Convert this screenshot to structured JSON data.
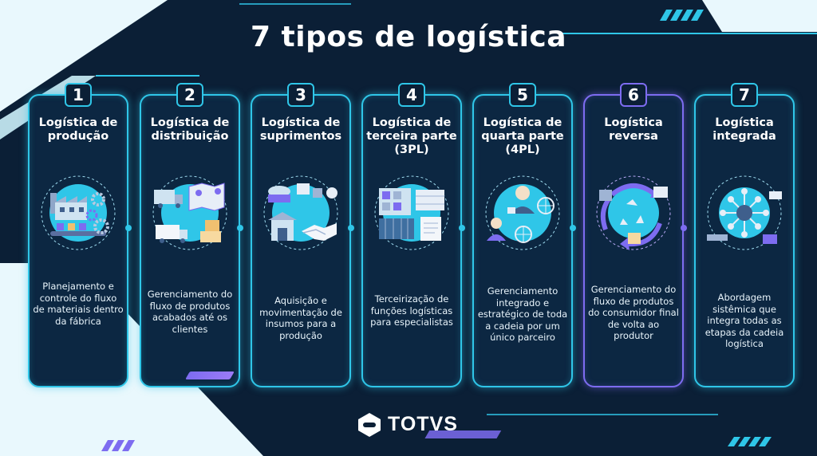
{
  "title": "7 tipos de logística",
  "brand": "TOTVS",
  "colors": {
    "background": "#0b1f36",
    "cyan": "#2fc6e8",
    "purple": "#7d6cf0",
    "light": "#e9f8fd"
  },
  "cards": [
    {
      "number": "1",
      "title": "Logística de produção",
      "description": "Planejamento e controle do fluxo de materiais dentro da fábrica",
      "icon": "factory-icon",
      "border": "cyan"
    },
    {
      "number": "2",
      "title": "Logística de distribuição",
      "description": "Gerenciamento do fluxo de produtos acabados até os clientes",
      "icon": "delivery-truck-icon",
      "border": "cyan"
    },
    {
      "number": "3",
      "title": "Logística de suprimentos",
      "description": "Aquisição e movimentação de insumos para a produção",
      "icon": "handshake-icon",
      "border": "cyan"
    },
    {
      "number": "4",
      "title": "Logística de terceira parte (3PL)",
      "description": "Terceirização de funções logísticas para especialistas",
      "icon": "warehouse-icon",
      "border": "cyan"
    },
    {
      "number": "5",
      "title": "Logística de quarta parte (4PL)",
      "description": "Gerenciamento integrado e estratégico de toda a cadeia por um único parceiro",
      "icon": "manager-globe-icon",
      "border": "cyan"
    },
    {
      "number": "6",
      "title": "Logística reversa",
      "description": "Gerenciamento do fluxo de produtos do consumidor final de volta ao produtor",
      "icon": "recycle-icon",
      "border": "purple"
    },
    {
      "number": "7",
      "title": "Logística integrada",
      "description": "Abordagem sistêmica que integra todas as etapas da cadeia logística",
      "icon": "network-hub-icon",
      "border": "cyan"
    }
  ]
}
